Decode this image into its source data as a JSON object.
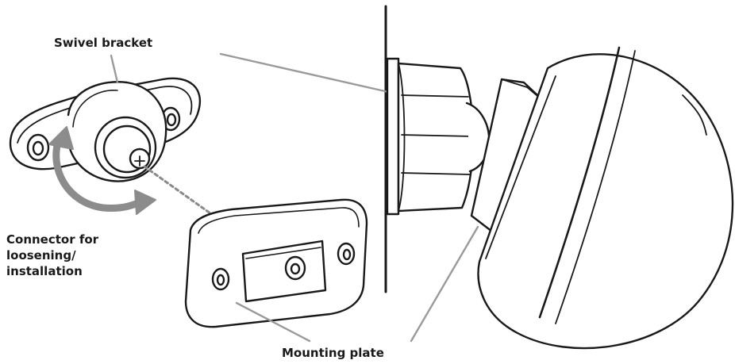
{
  "labels": {
    "swivel_bracket": "Swivel bracket",
    "connector": [
      "Connector for",
      "loosening/",
      "installation"
    ],
    "mounting_plate": "Mounting plate"
  },
  "colors": {
    "stroke": "#1a1a1a",
    "leader": "#9a9a9a",
    "arrow": "#8c8c8c",
    "background": "#ffffff"
  },
  "icons": {
    "rotation": "curved-rotate-arrow-icon",
    "screw": "phillips-screw-icon"
  }
}
